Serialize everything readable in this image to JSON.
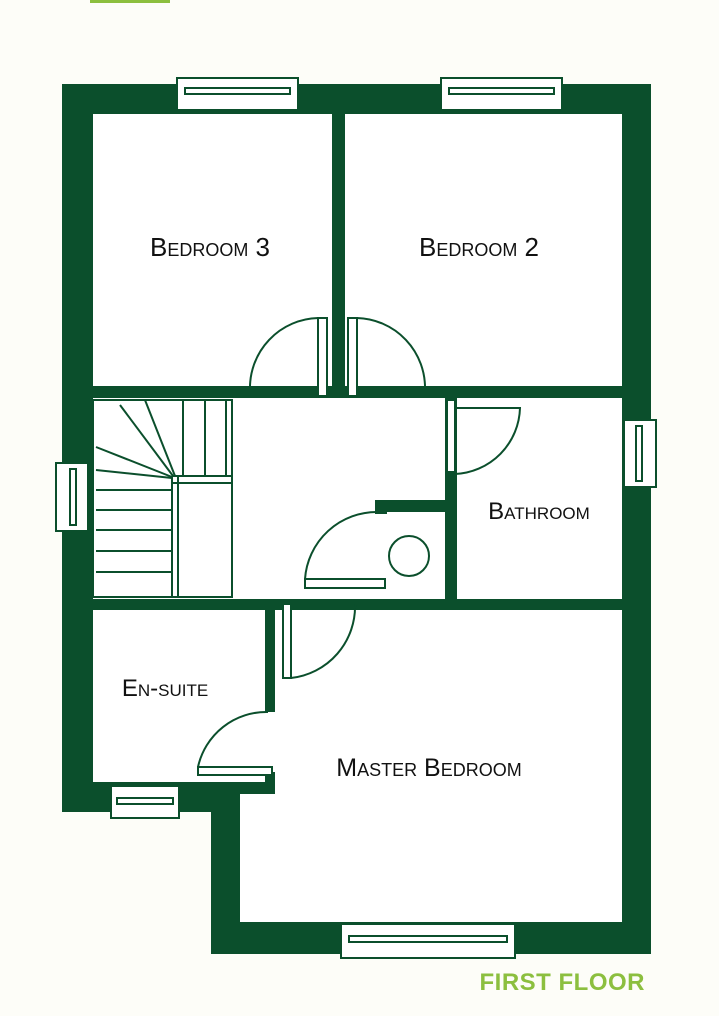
{
  "floor_title": "FIRST FLOOR",
  "rooms": {
    "bedroom_3": "Bedroom 3",
    "bedroom_2": "Bedroom 2",
    "bathroom": "Bathroom",
    "en_suite": "En-suite",
    "master_bedroom": "Master Bedroom"
  },
  "colors": {
    "wall": "#0b4f2c",
    "interior": "#ffffff",
    "background": "#fdfdf8",
    "title": "#8cbf3f",
    "text": "#111111"
  }
}
